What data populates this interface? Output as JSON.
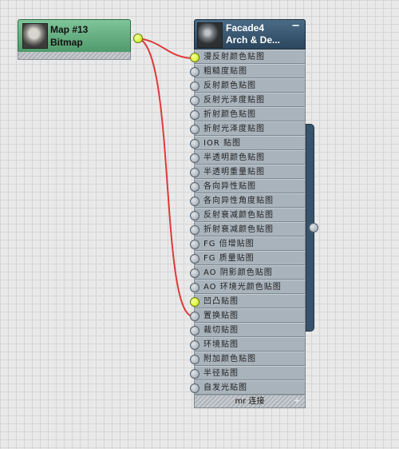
{
  "bitmap_node": {
    "title": "Map #13",
    "subtitle": "Bitmap"
  },
  "material_node": {
    "title": "Facade4",
    "subtitle": "Arch & De...",
    "collapse": "−",
    "footer_label": "mr 连接",
    "footer_plus": "+",
    "slots": [
      {
        "label": "漫反射颜色贴图",
        "connected": true
      },
      {
        "label": "粗糙度贴图",
        "connected": false
      },
      {
        "label": "反射颜色贴图",
        "connected": false
      },
      {
        "label": "反射光泽度贴图",
        "connected": false
      },
      {
        "label": "折射颜色贴图",
        "connected": false
      },
      {
        "label": "折射光泽度贴图",
        "connected": false
      },
      {
        "label": "IOR 贴图",
        "connected": false
      },
      {
        "label": "半透明颜色贴图",
        "connected": false
      },
      {
        "label": "半透明重量贴图",
        "connected": false
      },
      {
        "label": "各向异性贴图",
        "connected": false
      },
      {
        "label": "各向异性角度贴图",
        "connected": false
      },
      {
        "label": "反射衰减颜色贴图",
        "connected": false
      },
      {
        "label": "折射衰减颜色贴图",
        "connected": false
      },
      {
        "label": "FG 倍增贴图",
        "connected": false
      },
      {
        "label": "FG 质量贴图",
        "connected": false
      },
      {
        "label": "AO 阴影颜色贴图",
        "connected": false
      },
      {
        "label": "AO 环境光颜色贴图",
        "connected": false
      },
      {
        "label": "凹凸贴图",
        "connected": true
      },
      {
        "label": "置换贴图",
        "connected": false
      },
      {
        "label": "裁切贴图",
        "connected": false
      },
      {
        "label": "环境贴图",
        "connected": false
      },
      {
        "label": "附加颜色贴图",
        "connected": false
      },
      {
        "label": "半径贴图",
        "connected": false
      },
      {
        "label": "自发光贴图",
        "connected": false
      }
    ]
  },
  "colors": {
    "bitmap_header": "#5fae7d",
    "material_header": "#34526b",
    "wire": "#e03a3a",
    "active_port": "#c8ee00"
  }
}
